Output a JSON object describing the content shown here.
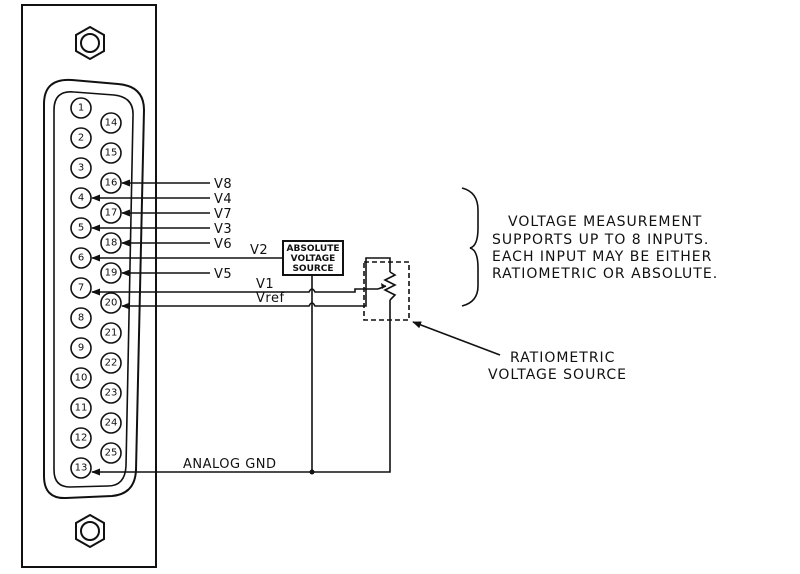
{
  "connector": {
    "pins_left": [
      "1",
      "2",
      "3",
      "4",
      "5",
      "6",
      "7",
      "8",
      "9",
      "10",
      "11",
      "12",
      "13"
    ],
    "pins_right": [
      "14",
      "15",
      "16",
      "17",
      "18",
      "19",
      "20",
      "21",
      "22",
      "23",
      "24",
      "25"
    ]
  },
  "signals": {
    "v8": "V8",
    "v4": "V4",
    "v7": "V7",
    "v3": "V3",
    "v6": "V6",
    "v2": "V2",
    "v5": "V5",
    "v1": "V1",
    "vref": "Vref",
    "gnd": "ANALOG GND"
  },
  "absolute_source": {
    "line1": "ABSOLUTE",
    "line2": "VOLTAGE",
    "line3": "SOURCE"
  },
  "ratiometric_label": {
    "line1": "RATIOMETRIC",
    "line2": "VOLTAGE SOURCE"
  },
  "note": {
    "line1": "VOLTAGE MEASUREMENT",
    "line2": "SUPPORTS UP TO 8 INPUTS.",
    "line3": "EACH INPUT MAY BE EITHER",
    "line4": "RATIOMETRIC OR ABSOLUTE."
  },
  "icons": [
    "hex-nut-icon",
    "arrowhead-icon",
    "potentiometer-icon",
    "brace-icon"
  ]
}
